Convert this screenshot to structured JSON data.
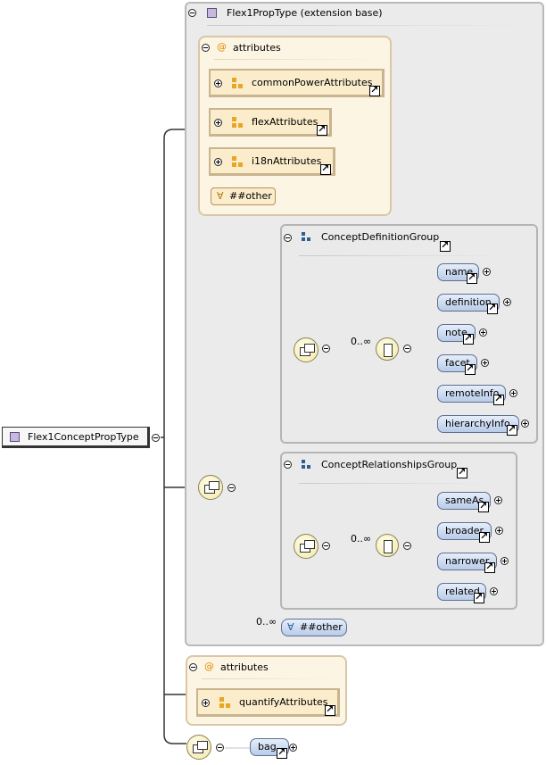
{
  "root": {
    "label": "Flex1ConceptPropType"
  },
  "extension": {
    "title": "Flex1PropType (extension base)"
  },
  "attributes_inner": {
    "title": "attributes",
    "items": [
      "commonPowerAttributes",
      "flexAttributes",
      "i18nAttributes"
    ],
    "any": "##other"
  },
  "group1": {
    "title": "ConceptDefinitionGroup",
    "cardinality": "0..∞",
    "elements": [
      "name",
      "definition",
      "note",
      "facet",
      "remoteInfo",
      "hierarchyInfo"
    ]
  },
  "group2": {
    "title": "ConceptRelationshipsGroup",
    "cardinality": "0..∞",
    "elements": [
      "sameAs",
      "broader",
      "narrower",
      "related"
    ]
  },
  "any_other": {
    "cardinality": "0..∞",
    "label": "##other"
  },
  "attributes_outer": {
    "title": "attributes",
    "items": [
      "quantifyAttributes"
    ]
  },
  "bag": {
    "label": "bag"
  },
  "colors": {
    "attribute_fill": "#fbeccb",
    "element_fill": "#b8cbe8",
    "panel_fill": "#e6e6ea"
  }
}
